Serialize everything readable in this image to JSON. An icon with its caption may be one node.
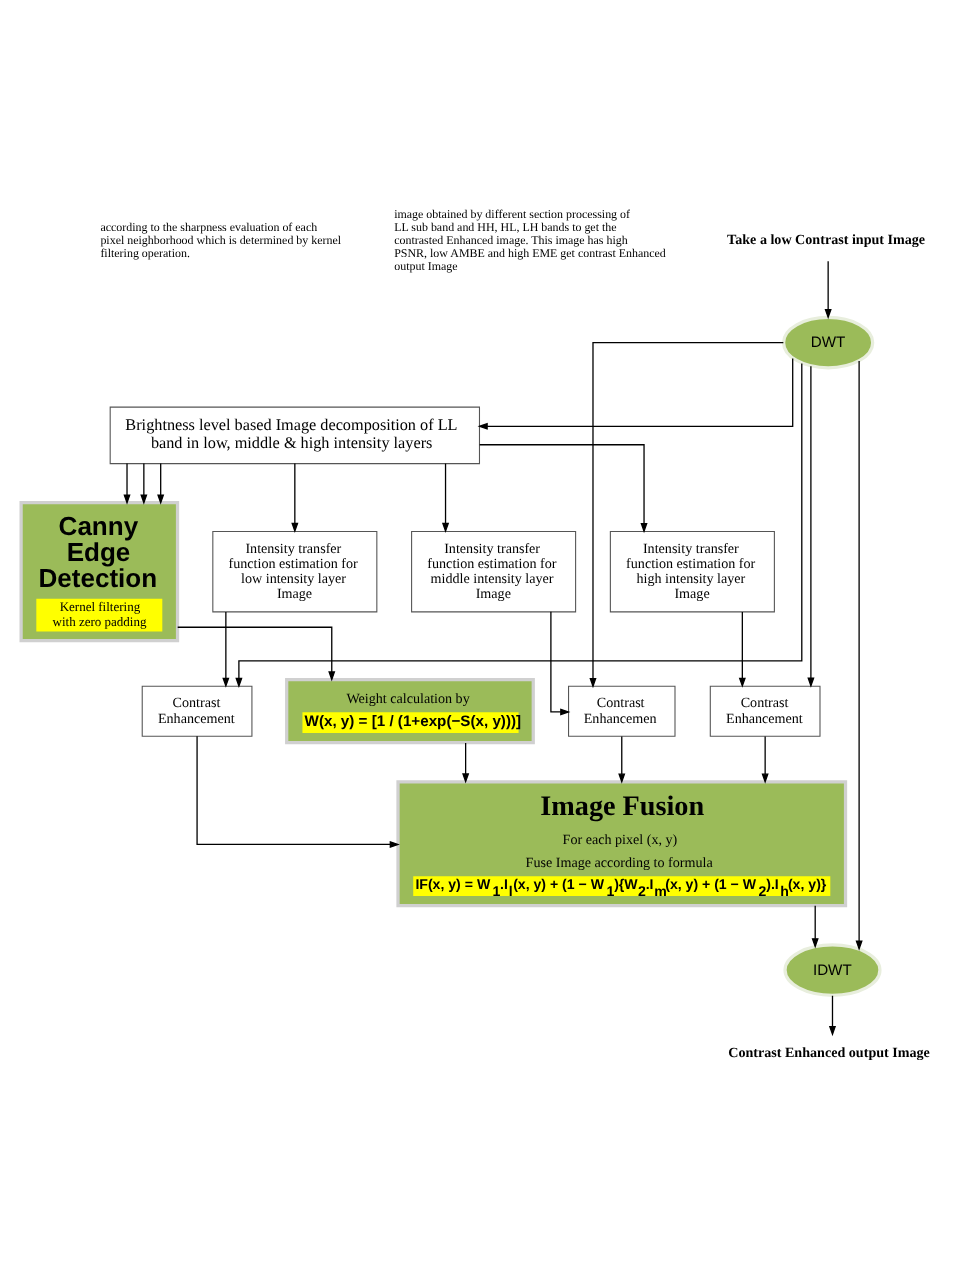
{
  "diagram": {
    "nodes": [
      {
        "text": [
          "Take a low Contrast input Image"
        ]
      },
      {
        "text": [
          "DWT"
        ]
      },
      {
        "text": [
          "Brightness level based Image decomposition of LL band in low, middle & high intensity layers"
        ]
      },
      {
        "text": [
          "Canny Edge Detection",
          "Kernel filtering with zero padding"
        ]
      },
      {
        "text": [
          "Intensity transfer function estimation for low intensity layer Image"
        ]
      },
      {
        "text": [
          "Intensity transfer function estimation for middle intensity layer Image"
        ]
      },
      {
        "text": [
          "Intensity transfer function estimation for high intensity layer Image"
        ]
      },
      {
        "text": [
          "Contrast Enhancement"
        ]
      },
      {
        "text": [
          "Contrast Enhancemen"
        ]
      },
      {
        "text": [
          "Contrast Enhancement"
        ]
      },
      {
        "text": [
          "Weight calculation by",
          "W(x, y) = [1 / (1+exp(−S(x, y)))]"
        ]
      },
      {
        "text": [
          "Image Fusion",
          "For each pixel (x, y)",
          "Fuse Image according to formula",
          "IF(x, y) = W$_{1}$.I$_{l}$(x, y) + (1 − W$_{1}$){W$_{2}$.I$_{m}$(x, y) + (1 − W$_{2}$).I$_{h}$(x, y)}"
        ]
      },
      {
        "text": [
          "IDWT"
        ]
      },
      {
        "text": [
          "Contrast Enhanced output Image"
        ]
      }
    ],
    "edges": [
      {
        "from": 0,
        "to": 1,
        "arrow": "to"
      },
      {
        "from": 1,
        "to": 2,
        "arrow": "to"
      },
      {
        "from": 1,
        "to": 12,
        "arrow": "to"
      },
      {
        "from": 1,
        "to": 7,
        "arrow": "to"
      },
      {
        "from": 1,
        "to": 8,
        "arrow": "to"
      },
      {
        "from": 1,
        "to": 9,
        "arrow": "to"
      },
      {
        "from": 2,
        "to": 3,
        "arrow": "to"
      },
      {
        "from": 2,
        "to": 3,
        "arrow": "to"
      },
      {
        "from": 2,
        "to": 3,
        "arrow": "to"
      },
      {
        "from": 2,
        "to": 4,
        "arrow": "to"
      },
      {
        "from": 2,
        "to": 5,
        "arrow": "to"
      },
      {
        "from": 2,
        "to": 6,
        "arrow": "to"
      },
      {
        "from": 4,
        "to": 7,
        "arrow": "to"
      },
      {
        "from": 5,
        "to": 8,
        "arrow": "to"
      },
      {
        "from": 6,
        "to": 9,
        "arrow": "to"
      },
      {
        "from": 3,
        "to": 10,
        "arrow": "to"
      },
      {
        "from": 10,
        "to": 11,
        "arrow": "to"
      },
      {
        "from": 7,
        "to": 11,
        "arrow": "to"
      },
      {
        "from": 8,
        "to": 11,
        "arrow": "to"
      },
      {
        "from": 9,
        "to": 11,
        "arrow": "to"
      },
      {
        "from": 11,
        "to": 12,
        "arrow": "to"
      },
      {
        "from": 12,
        "to": 13,
        "arrow": "to"
      }
    ],
    "labels": [
      "according to the sharpness evaluation of each pixel neighborhood which is determined by kernel filtering operation.",
      "image obtained by different section processing of LL sub band and HH, HL, LH bands to get the contrasted Enhanced image. This image has high PSNR, low AMBE and high EME get contrast Enhanced output Image"
    ]
  }
}
